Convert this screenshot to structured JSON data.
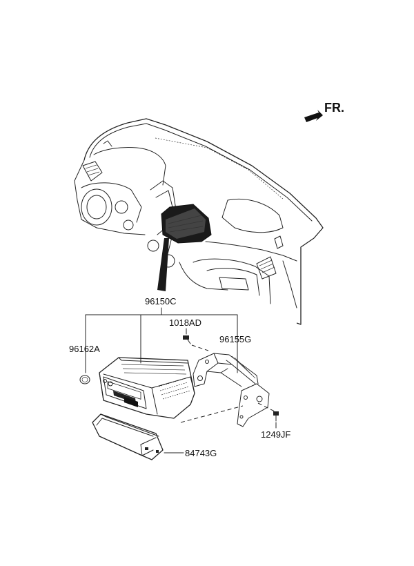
{
  "direction": {
    "label": "FR."
  },
  "parts": {
    "audio_unit": "96150C",
    "screw_upper": "1018AD",
    "knob": "96162A",
    "bracket": "96155G",
    "screw_lower": "1249JF",
    "pocket": "84743G"
  }
}
